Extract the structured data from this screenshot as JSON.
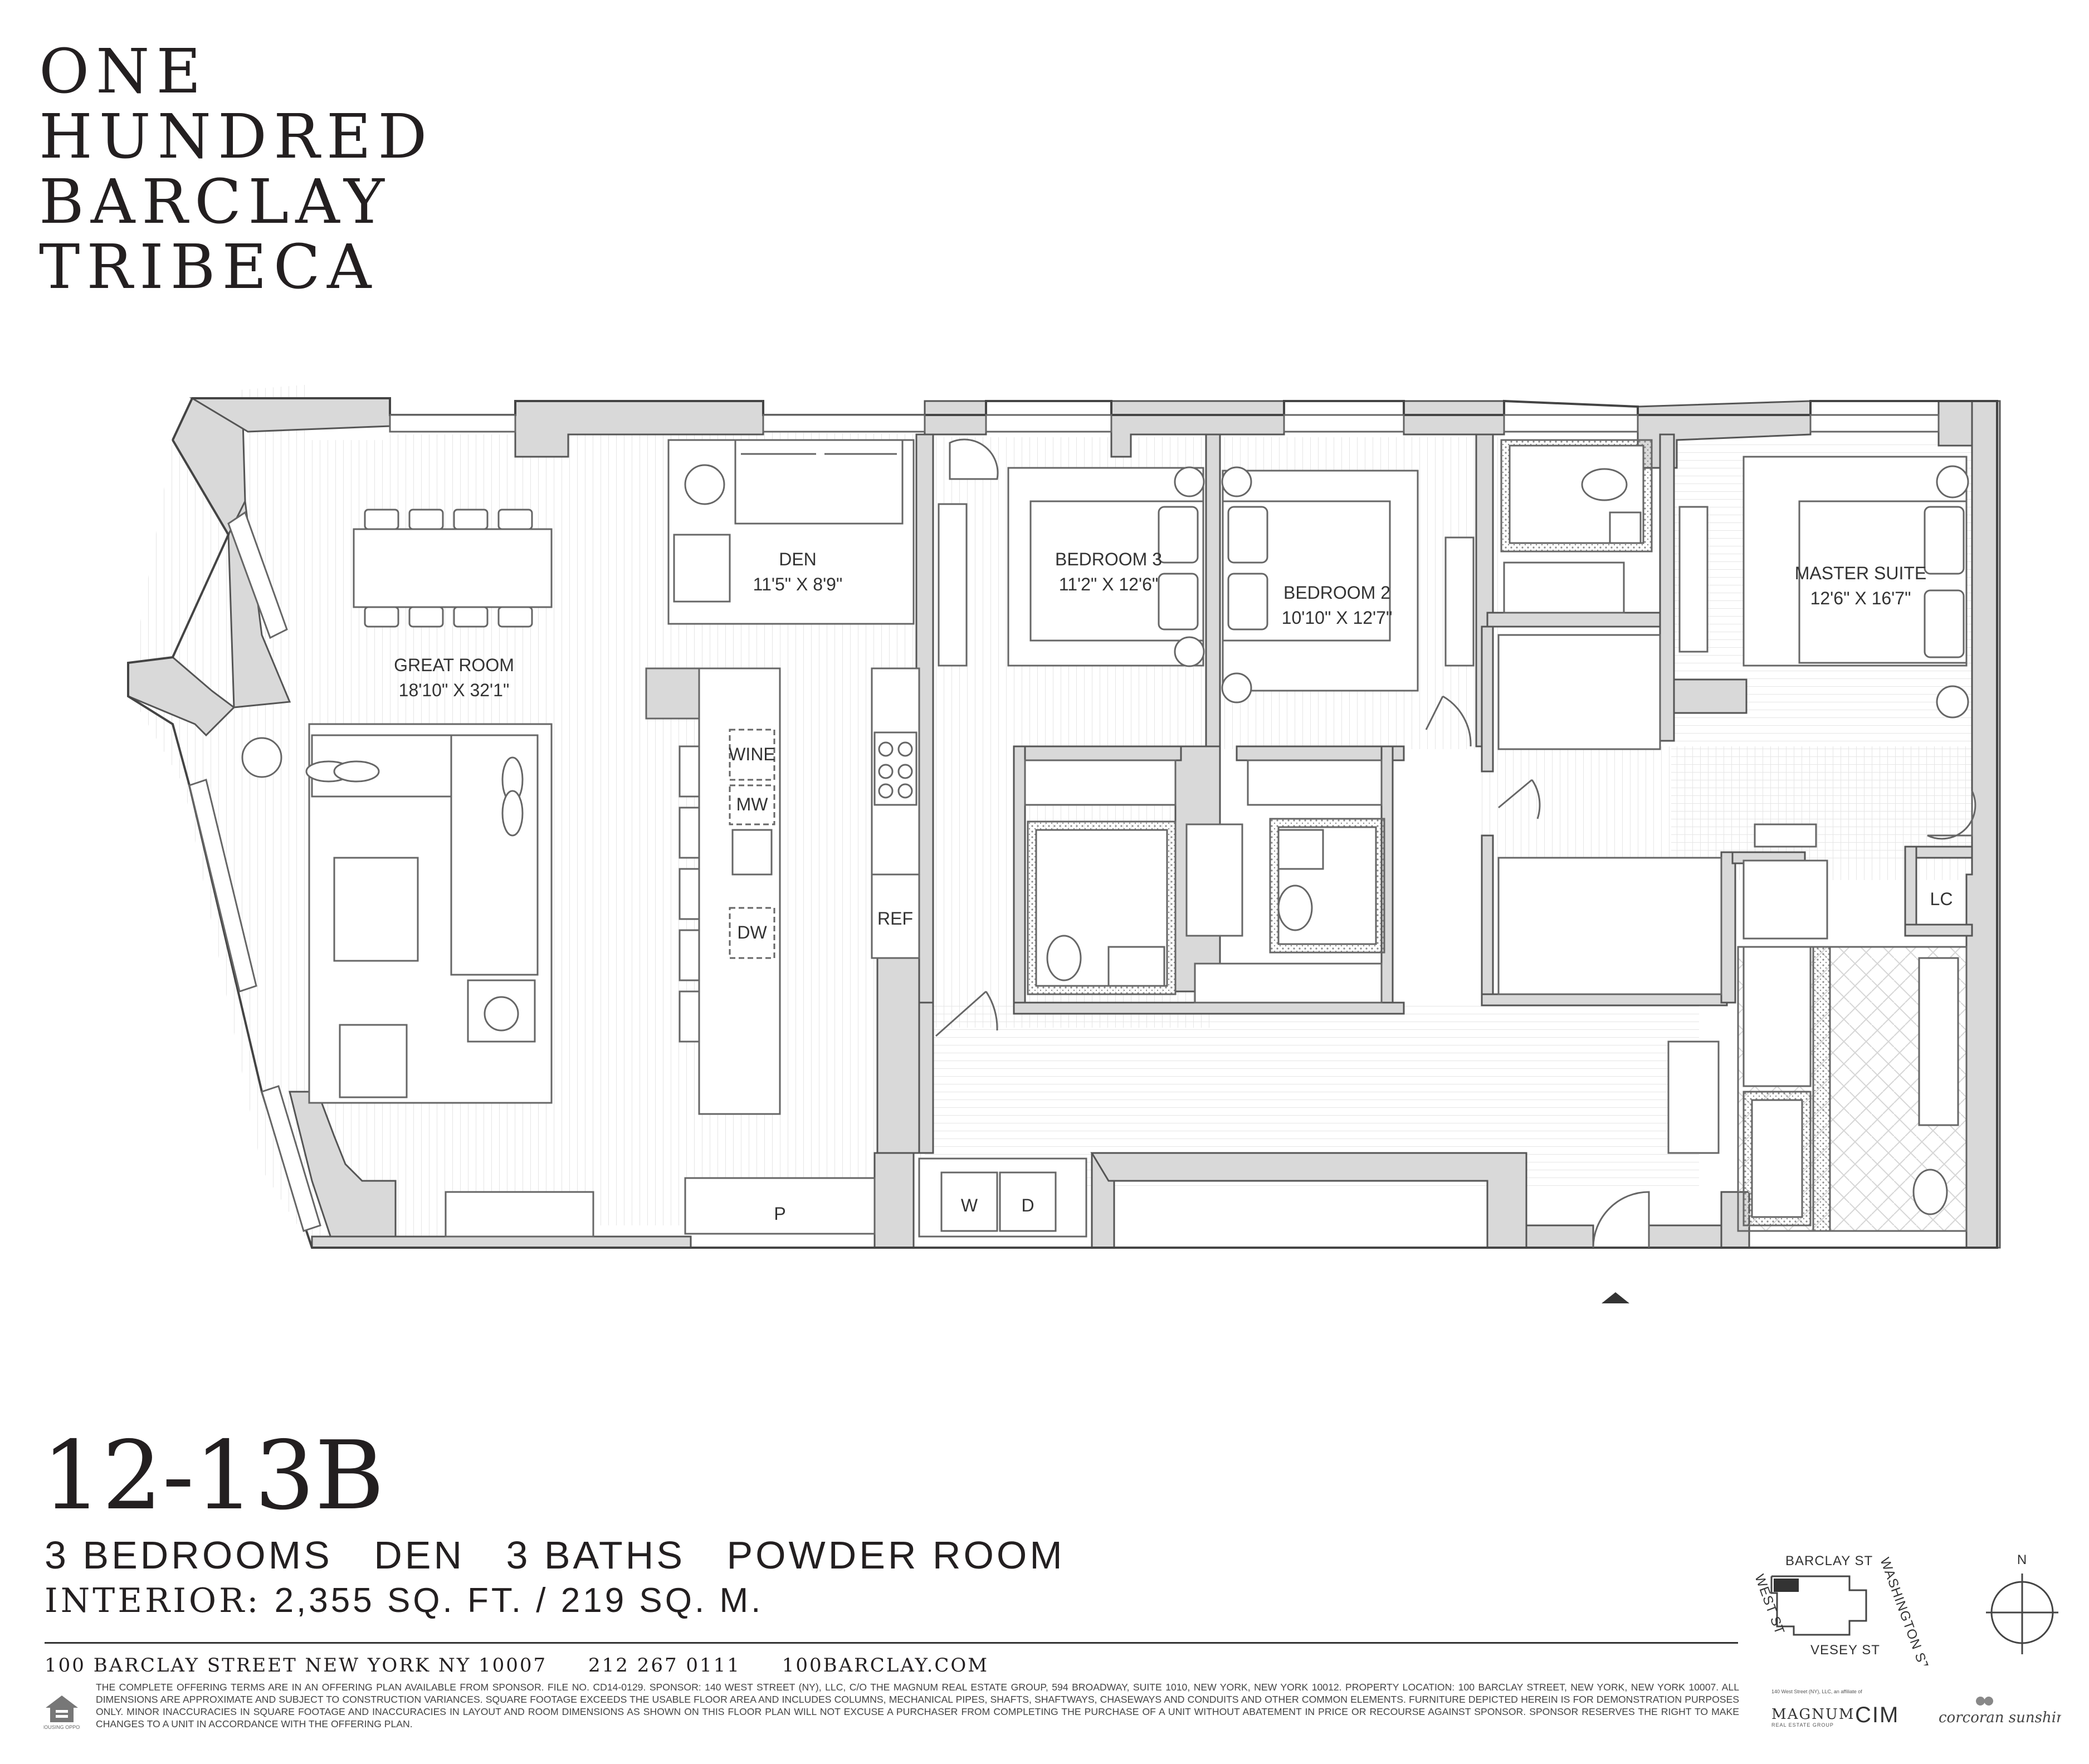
{
  "brand": {
    "lines": [
      "ONE",
      "HUNDRED",
      "BARCLAY",
      "TRIBECA"
    ]
  },
  "rooms": {
    "den": {
      "label": "DEN",
      "dims": "11'5\" X 8'9\""
    },
    "great_room": {
      "label": "GREAT ROOM",
      "dims": "18'10\" X 32'1\""
    },
    "bedroom3": {
      "label": "BEDROOM 3",
      "dims": "11'2\" X 12'6\""
    },
    "bedroom2": {
      "label": "BEDROOM 2",
      "dims": "10'10\" X 12'7\""
    },
    "master": {
      "label": "MASTER SUITE",
      "dims": "12'6\" X 16'7\""
    }
  },
  "appliances": {
    "wine": "WINE",
    "mw": "MW",
    "dw": "DW",
    "ref": "REF",
    "p": "P",
    "w": "W",
    "d": "D",
    "lc": "LC"
  },
  "unit": {
    "number": "12-13B",
    "features": [
      "3 BEDROOMS",
      "DEN",
      "3 BATHS",
      "POWDER ROOM"
    ],
    "interior_label": "INTERIOR:",
    "interior_value": "2,355 SQ. FT. / 219 SQ. M."
  },
  "contact": {
    "address": "100 BARCLAY STREET  NEW YORK NY 10007",
    "phone": "212 267 0111",
    "web": "100BARCLAY.COM"
  },
  "legal": "THE COMPLETE OFFERING TERMS ARE IN AN OFFERING PLAN AVAILABLE FROM SPONSOR. FILE NO. CD14-0129. SPONSOR: 140 WEST STREET (NY), LLC, C/O THE MAGNUM REAL ESTATE GROUP, 594 BROADWAY, SUITE 1010, NEW YORK, NEW YORK 10012. PROPERTY LOCATION: 100 BARCLAY STREET, NEW YORK, NEW YORK 10007. ALL DIMENSIONS ARE APPROXIMATE AND SUBJECT TO CONSTRUCTION VARIANCES. SQUARE FOOTAGE EXCEEDS THE USABLE FLOOR AREA AND INCLUDES COLUMNS, MECHANICAL PIPES, SHAFTS, SHAFTWAYS, CHASEWAYS AND CONDUITS AND OTHER COMMON ELEMENTS. FURNITURE DEPICTED HEREIN IS FOR DEMONSTRATION PURPOSES ONLY. MINOR INACCURACIES IN SQUARE FOOTAGE AND INACCURACIES IN LAYOUT AND ROOM DIMENSIONS AS SHOWN ON THIS FLOOR PLAN WILL NOT EXCUSE A PURCHASER FROM COMPLETING THE PURCHASE OF A UNIT WITHOUT ABATEMENT IN PRICE OR RECOURSE AGAINST SPONSOR. SPONSOR RESERVES THE RIGHT TO MAKE CHANGES TO A UNIT IN ACCORDANCE WITH THE OFFERING PLAN.",
  "keymap": {
    "north": "N",
    "barclay": "BARCLAY ST",
    "washington": "WASHINGTON ST",
    "west": "WEST ST",
    "vesey": "VESEY ST"
  },
  "logos": {
    "eho_text": "EQUAL HOUSING OPPORTUNITY",
    "affiliate": "140 West Street (NY), LLC, an affiliate of",
    "magnum": "MAGNUM",
    "magnum_sub": "REAL ESTATE GROUP",
    "cim": "CIM",
    "corcoran": "corcoran sunshine"
  }
}
